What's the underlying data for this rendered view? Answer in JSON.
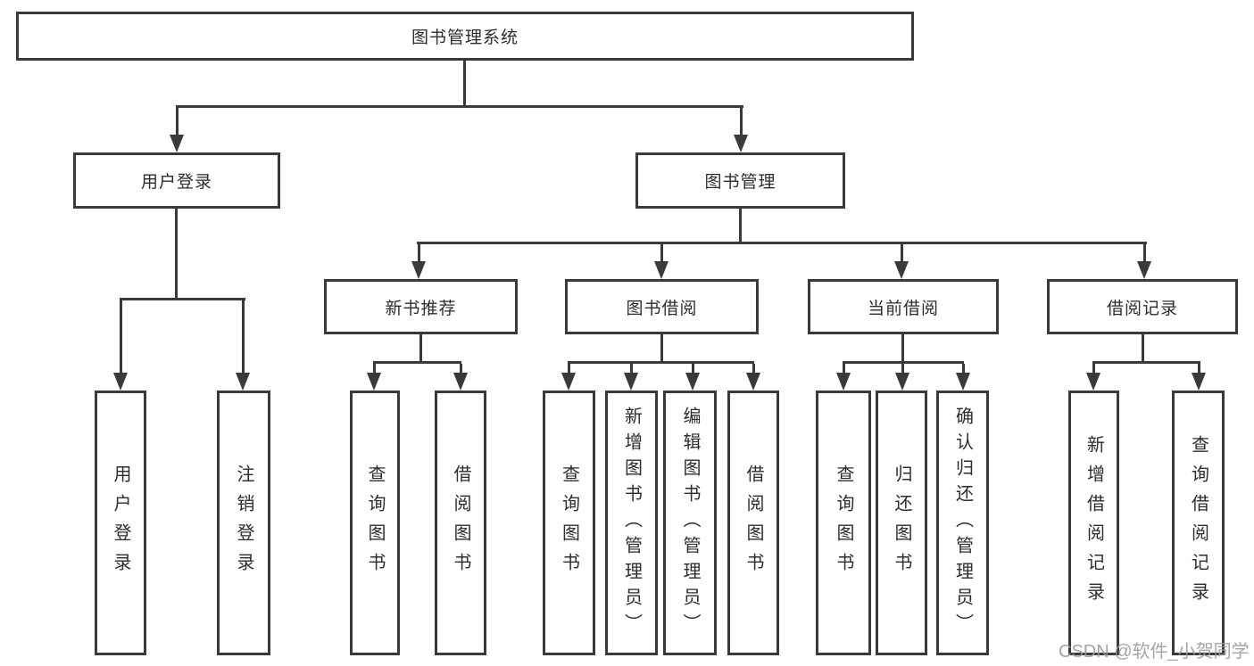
{
  "colors": {
    "line": "#3a3a3a",
    "text": "#2d2d2d",
    "watermark": "#9b9b9b",
    "background": "#ffffff"
  },
  "watermark": {
    "text": "CSDN @软件_小贺同学"
  },
  "tree": {
    "root": {
      "label": "图书管理系统"
    },
    "children": [
      {
        "label": "用户登录",
        "children": [
          {
            "label": "用户登录"
          },
          {
            "label": "注销登录"
          }
        ]
      },
      {
        "label": "图书管理",
        "children": [
          {
            "label": "新书推荐",
            "children": [
              {
                "label": "查询图书"
              },
              {
                "label": "借阅图书"
              }
            ]
          },
          {
            "label": "图书借阅",
            "children": [
              {
                "label": "查询图书"
              },
              {
                "label": "新增图书（管理员）"
              },
              {
                "label": "编辑图书（管理员）"
              },
              {
                "label": "借阅图书"
              }
            ]
          },
          {
            "label": "当前借阅",
            "children": [
              {
                "label": "查询图书"
              },
              {
                "label": "归还图书"
              },
              {
                "label": "确认归还（管理员）"
              }
            ]
          },
          {
            "label": "借阅记录",
            "children": [
              {
                "label": "新增借阅记录"
              },
              {
                "label": "查询借阅记录"
              }
            ]
          }
        ]
      }
    ]
  }
}
